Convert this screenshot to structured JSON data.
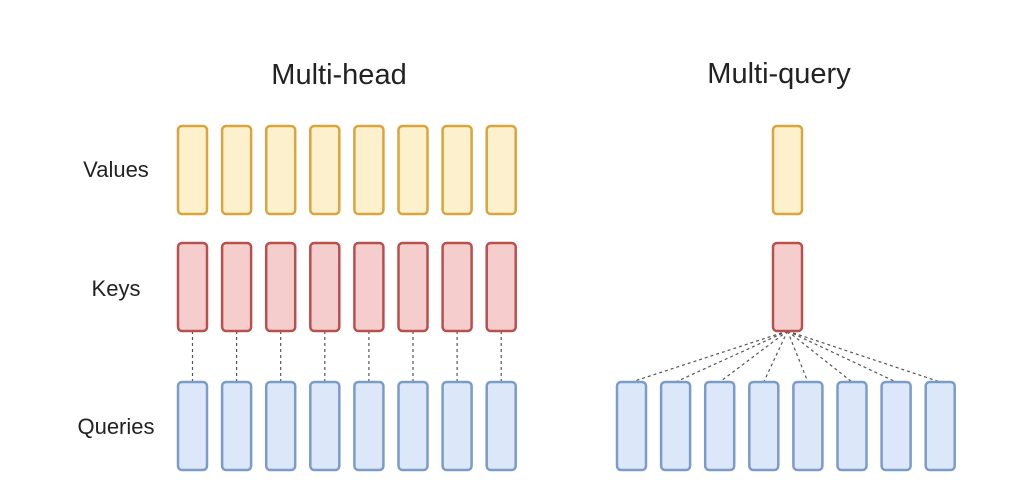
{
  "titles": {
    "multi_head": "Multi-head",
    "multi_query": "Multi-query"
  },
  "row_labels": {
    "values": "Values",
    "keys": "Keys",
    "queries": "Queries"
  },
  "colors": {
    "values_fill": "#fdf1cd",
    "values_stroke": "#d9a53c",
    "keys_fill": "#f5cdcd",
    "keys_stroke": "#b8504d",
    "queries_fill": "#dce8fa",
    "queries_stroke": "#7b9cc7"
  },
  "multi_head": {
    "value_heads": 8,
    "key_heads": 8,
    "query_heads": 8
  },
  "multi_query": {
    "value_heads": 1,
    "key_heads": 1,
    "query_heads": 8
  }
}
